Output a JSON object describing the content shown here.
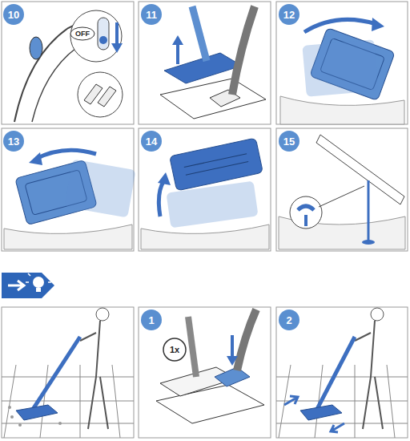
{
  "diagram": {
    "labels": [
      "10",
      "OFF",
      "11",
      "12",
      "13",
      "14",
      "15",
      "1",
      "1x",
      "2"
    ]
  }
}
